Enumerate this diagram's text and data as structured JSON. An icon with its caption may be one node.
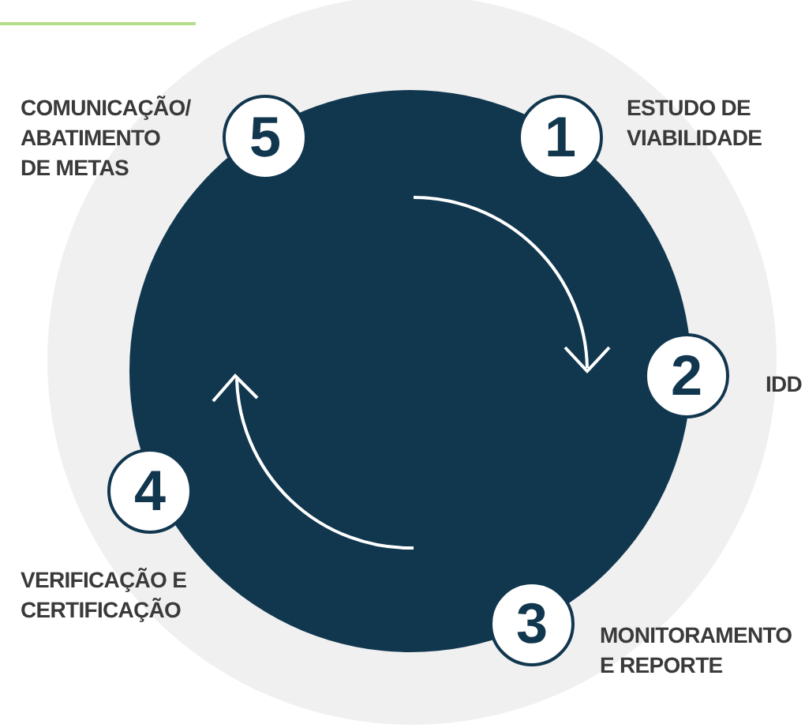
{
  "diagram": {
    "nodes": [
      {
        "text": [
          "1"
        ],
        "beside": [
          "ESTUDO DE VIABILIDADE"
        ]
      },
      {
        "text": [
          "2"
        ],
        "beside": [
          "IDD"
        ]
      },
      {
        "text": [
          "3"
        ],
        "beside": [
          "MONITORAMENTO E REPORTE"
        ]
      },
      {
        "text": [
          "4"
        ],
        "beside": [
          "VERIFICAÇÃO E CERTIFICAÇÃO"
        ]
      },
      {
        "text": [
          "5"
        ],
        "beside": [
          "COMUNICAÇÃO/ ABATIMENTO DE METAS"
        ]
      }
    ]
  }
}
